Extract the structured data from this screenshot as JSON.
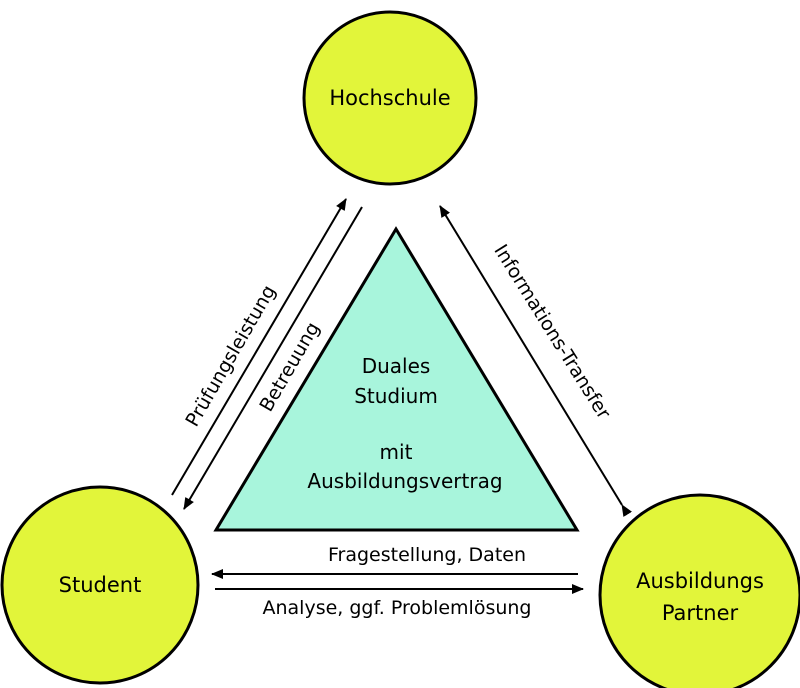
{
  "colors": {
    "node_fill": "#e2f53a",
    "center_fill": "#a8f5dc",
    "stroke": "#000000"
  },
  "nodes": {
    "hochschule": "Hochschule",
    "student": "Student",
    "partner_line1": "Ausbildungs",
    "partner_line2": "Partner"
  },
  "center": {
    "line1": "Duales",
    "line2": "Studium",
    "line3": "mit",
    "line4": "Ausbildungsvertrag"
  },
  "edges": {
    "pruefungsleistung": "Prüfungsleistung",
    "betreuung": "Betreuung",
    "informations_transfer": "Informations-Transfer",
    "fragestellung": "Fragestellung, Daten",
    "analyse": "Analyse, ggf. Problemlösung"
  }
}
